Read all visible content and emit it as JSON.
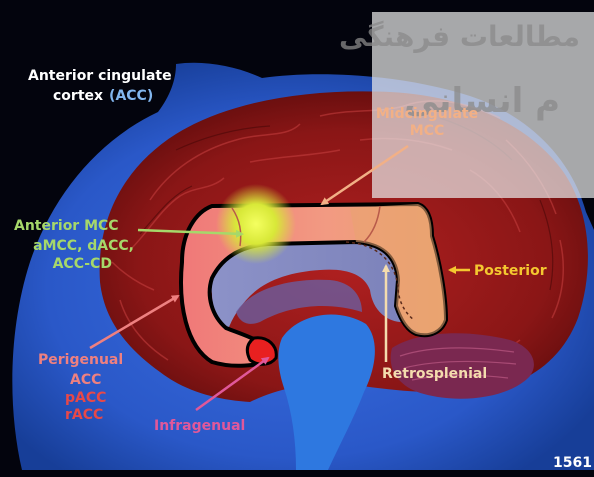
{
  "figure": {
    "title_line1": "Anterior cingulate",
    "title_line2": "cortex",
    "title_abbr": "(ACC)",
    "page_number": "1561",
    "watermark_line1": "مطالعات فرهنگی",
    "watermark_line2": "م انسانی"
  },
  "labels": {
    "midcingulate": "Midcingulate",
    "mcc": "MCC",
    "anterior_mcc": "Anterior MCC",
    "anterior_mcc_sub1": "aMCC, dACC,",
    "anterior_mcc_sub2": "ACC-CD",
    "posterior": "Posterior",
    "perigenual": "Perigenual",
    "perigenual_acc": "ACC",
    "perigenual_pacc": "pACC",
    "perigenual_racc": "rACC",
    "retrosplenial": "Retrosplenial",
    "infragenual": "Infragenual"
  },
  "colors": {
    "background": "#000000",
    "head_blue": "#2a58c8",
    "cortex_red": "#8a1616",
    "anterior_mcc_green": "#a6d86a",
    "perigenual_pink": "#ee8080",
    "mcc_peach": "#f2b086",
    "posterior_orange": "#e89860",
    "infragenual_magenta": "#e0589a",
    "pointer_yellow": "#f4c830",
    "acc_abbr_blue": "#82b6ee"
  }
}
